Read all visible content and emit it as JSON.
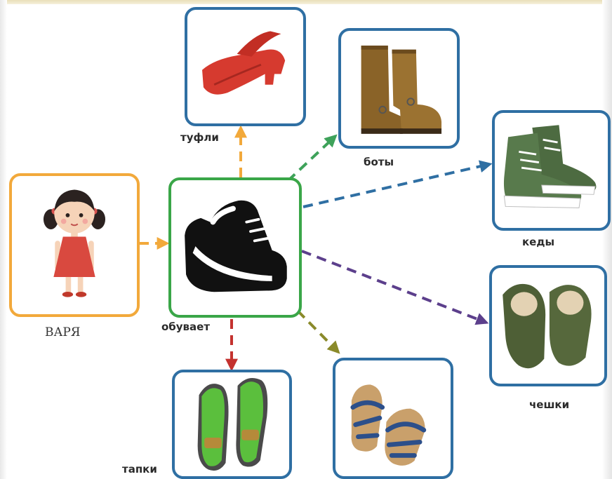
{
  "nodes": {
    "child": {
      "name": "ВАРЯ",
      "icon": "girl-illustration"
    },
    "center": {
      "verb": "обувает",
      "icon": "sneaker-icon"
    },
    "items": [
      {
        "id": "tufli",
        "label": "туфли",
        "icon": "red-shoe-illustration",
        "arrow_color": "#f2a93b"
      },
      {
        "id": "boty",
        "label": "боты",
        "icon": "boots-illustration",
        "arrow_color": "#3ea25a"
      },
      {
        "id": "kedy",
        "label": "кеды",
        "icon": "sneakers-illustration",
        "arrow_color": "#2f6fa3"
      },
      {
        "id": "cheshki",
        "label": "чешки",
        "icon": "ballet-slippers-illustration",
        "arrow_color": "#5c3f8c"
      },
      {
        "id": "sandals",
        "label": "",
        "icon": "sandals-illustration",
        "arrow_color": "#8a8a2a"
      },
      {
        "id": "tapki",
        "label": "тапки",
        "icon": "slippers-illustration",
        "arrow_color": "#c4322f"
      }
    ]
  },
  "colors": {
    "child_frame": "#f2a93b",
    "center_frame": "#3aa648",
    "item_frame": "#2f6fa3",
    "child_arrow": "#f2a93b"
  }
}
